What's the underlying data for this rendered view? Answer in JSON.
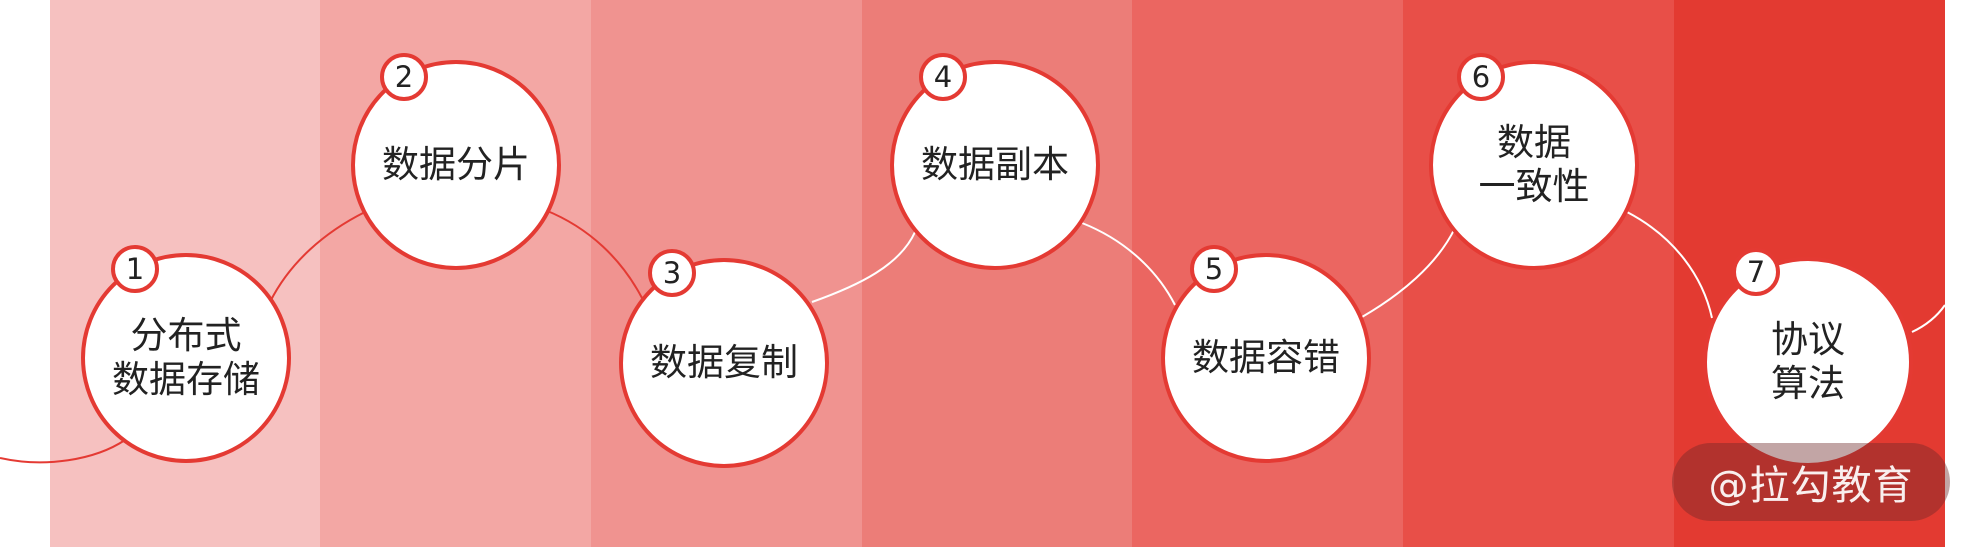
{
  "colors": {
    "bands": [
      "#f6c1c0",
      "#f3a7a4",
      "#f09390",
      "#ec7d78",
      "#eb6661",
      "#e84f48",
      "#e33a31"
    ],
    "node_border": "#e43a33",
    "node_fill": "#ffffff",
    "text": "#222222"
  },
  "steps": [
    {
      "number": "1",
      "label": "分布式\n数据存储"
    },
    {
      "number": "2",
      "label": "数据分片"
    },
    {
      "number": "3",
      "label": "数据复制"
    },
    {
      "number": "4",
      "label": "数据副本"
    },
    {
      "number": "5",
      "label": "数据容错"
    },
    {
      "number": "6",
      "label": "数据\n一致性"
    },
    {
      "number": "7",
      "label": "协议\n算法"
    }
  ],
  "watermark": {
    "text": "@拉勾教育"
  }
}
